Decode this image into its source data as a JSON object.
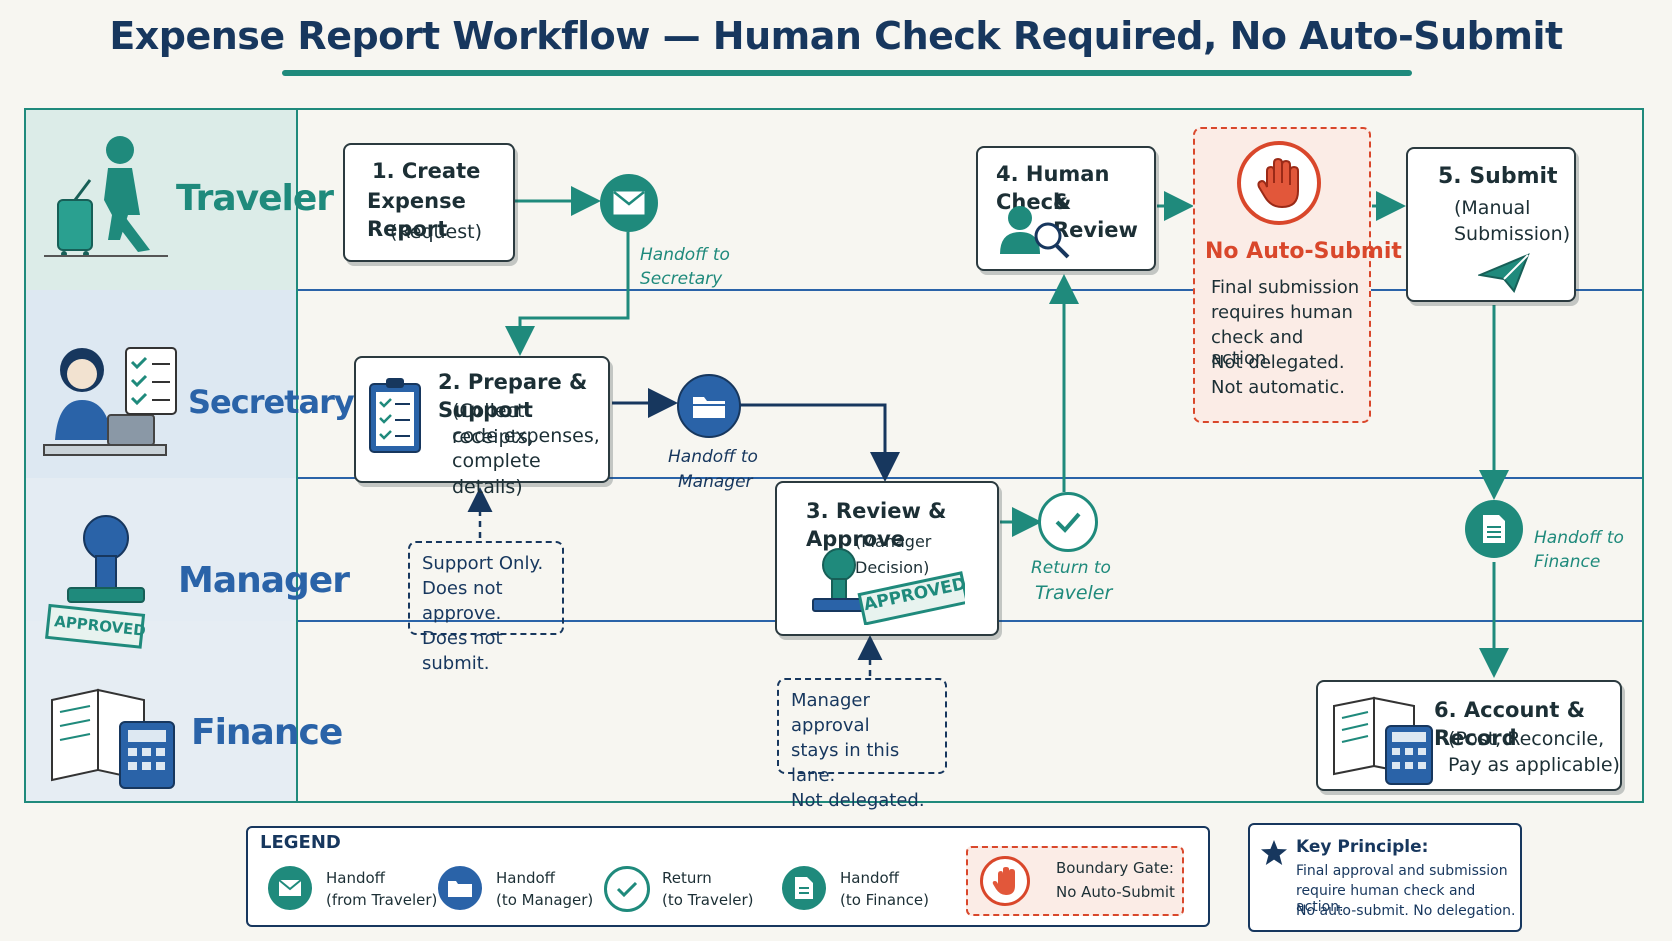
{
  "title": "Expense Report Workflow — Human Check Required, No Auto-Submit",
  "lanes": {
    "traveler": "Traveler",
    "secretary": "Secretary",
    "manager": "Manager",
    "finance": "Finance"
  },
  "steps": {
    "create": {
      "title_1": "1. Create",
      "title_2": "Expense Report",
      "sub": "(Request)"
    },
    "prepare": {
      "title": "2. Prepare & Support",
      "sub_1": "(Collect receipts,",
      "sub_2": "code expenses,",
      "sub_3": "complete details)"
    },
    "review": {
      "title": "3. Review & Approve",
      "sub": "(Manager Decision)",
      "stamp": "APPROVED"
    },
    "human_check": {
      "title_1": "4. Human Check",
      "title_2": "& Review"
    },
    "submit": {
      "title": "5. Submit",
      "sub_1": "(Manual",
      "sub_2": "Submission)"
    },
    "account": {
      "title": "6. Account & Record",
      "sub_1": "(Post, Reconcile,",
      "sub_2": "Pay as applicable)"
    }
  },
  "gate": {
    "title": "No Auto-Submit",
    "line_1": "Final submission",
    "line_2": "requires human",
    "line_3": "check and action.",
    "line_4": "Not delegated.",
    "line_5": "Not automatic."
  },
  "handoffs": {
    "to_secretary_1": "Handoff to",
    "to_secretary_2": "Secretary",
    "to_manager_1": "Handoff to",
    "to_manager_2": "Manager",
    "return_1": "Return to",
    "return_2": "Traveler",
    "to_finance_1": "Handoff to",
    "to_finance_2": "Finance"
  },
  "notes": {
    "support_1": "Support Only.",
    "support_2": "Does not approve.",
    "support_3": "Does not submit.",
    "manager_1": "Manager approval",
    "manager_2": "stays in this lane.",
    "manager_3": "Not delegated."
  },
  "traveler_stamp": "APPROVED",
  "legend": {
    "heading": "LEGEND",
    "item1_1": "Handoff",
    "item1_2": "(from Traveler)",
    "item2_1": "Handoff",
    "item2_2": "(to Manager)",
    "item3_1": "Return",
    "item3_2": "(to Traveler)",
    "item4_1": "Handoff",
    "item4_2": "(to Finance)",
    "item5_1": "Boundary Gate:",
    "item5_2": "No Auto-Submit"
  },
  "principle": {
    "heading": "Key Principle:",
    "line_1": "Final approval and submission",
    "line_2": "require human check and action.",
    "line_3": "No auto-submit. No delegation."
  },
  "colors": {
    "teal": "#1f8a7c",
    "navy": "#17375e",
    "blue": "#2a63a8",
    "red": "#d9472b"
  },
  "icons": [
    "walking-traveler-icon",
    "headset-worker-icon",
    "rubber-stamp-icon",
    "ledger-calculator-icon",
    "envelope-icon",
    "folder-icon",
    "checkmark-icon",
    "document-icon",
    "stop-hand-icon",
    "paper-plane-icon",
    "star-icon",
    "magnifier-person-icon",
    "clipboard-icon"
  ]
}
